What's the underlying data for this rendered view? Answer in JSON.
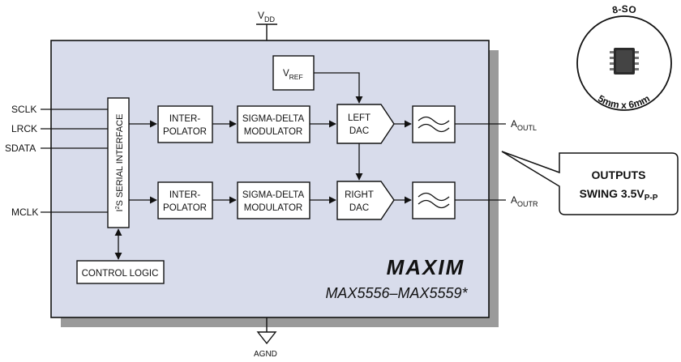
{
  "supply": {
    "vdd_main": "V",
    "vdd_sub": "DD",
    "agnd": "AGND"
  },
  "inputs": [
    "SCLK",
    "LRCK",
    "SDATA",
    "MCLK"
  ],
  "serial_interface": {
    "sup": "2",
    "pre": "I",
    "post": "S SERIAL INTERFACE"
  },
  "vref": {
    "main": "V",
    "sub": "REF"
  },
  "channels": {
    "left": {
      "interpolator": [
        "INTER-",
        "POLATOR"
      ],
      "modulator": [
        "SIGMA-DELTA",
        "MODULATOR"
      ],
      "dac": [
        "LEFT",
        "DAC"
      ],
      "output_main": "A",
      "output_sub": "OUTL"
    },
    "right": {
      "interpolator": [
        "INTER-",
        "POLATOR"
      ],
      "modulator": [
        "SIGMA-DELTA",
        "MODULATOR"
      ],
      "dac": [
        "RIGHT",
        "DAC"
      ],
      "output_main": "A",
      "output_sub": "OUTR"
    }
  },
  "control_logic": "CONTROL LOGIC",
  "brand": {
    "logo": "MAXIM",
    "part_number": "MAX5556–MAX5559*"
  },
  "package_badge": {
    "package": "8-SO",
    "size": "5mm x 6mm"
  },
  "callout": {
    "line1": "OUTPUTS",
    "line2_main": "SWING 3.5V",
    "line2_sub": "P-P"
  },
  "colors": {
    "chip_fill": "#d8dceb",
    "shadow": "#9a9a9a",
    "stroke": "#111111"
  }
}
